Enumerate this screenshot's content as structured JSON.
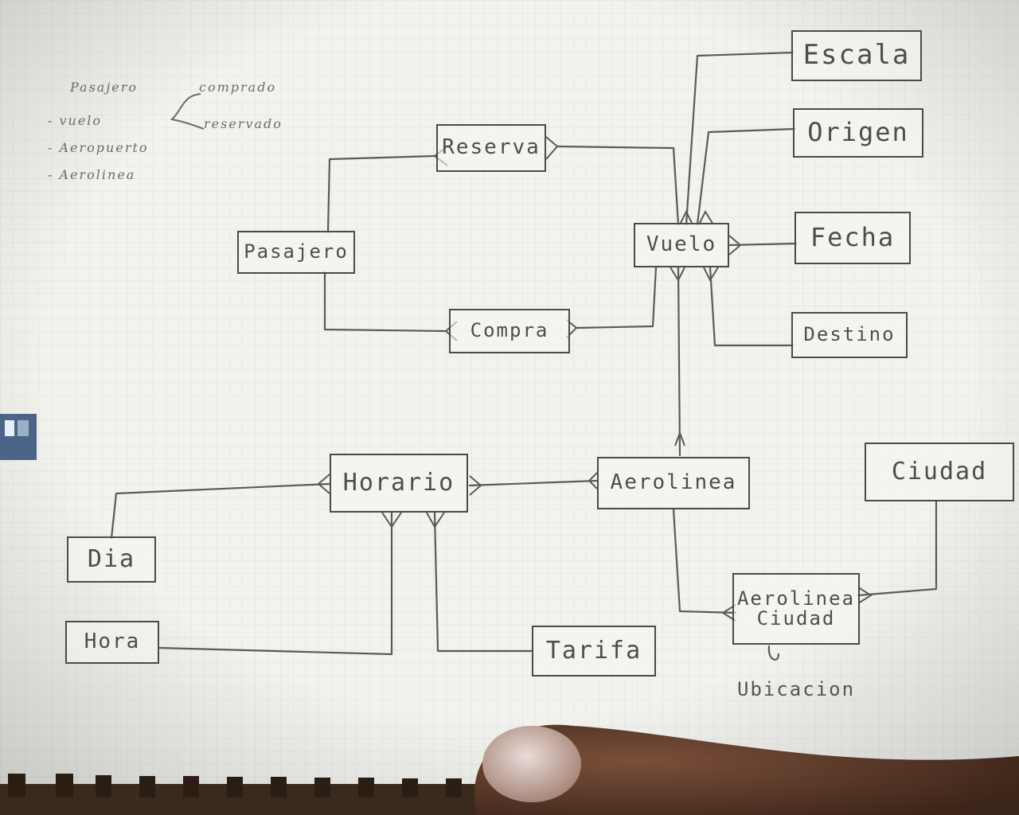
{
  "entities": {
    "reserva": "Reserva",
    "pasajero": "Pasajero",
    "compra": "Compra",
    "vuelo": "Vuelo",
    "escala": "Escala",
    "origen": "Origen",
    "fecha": "Fecha",
    "destino": "Destino",
    "horario": "Horario",
    "aerolinea": "Aerolinea",
    "ciudad": "Ciudad",
    "dia": "Dia",
    "hora": "Hora",
    "tarifa": "Tarifa",
    "aerolinea_ciudad_line1": "Aerolinea",
    "aerolinea_ciudad_line2": "Ciudad"
  },
  "annotations": {
    "ubicacion": "Ubicacion"
  },
  "notes": {
    "line1": "Pasajero",
    "line2": "- vuelo",
    "line3": "- Aeropuerto",
    "line4": "- Aerolinea",
    "comprado": "comprado",
    "reservado": "reservado"
  },
  "colors": {
    "paper": "#f2f2ee",
    "ink": "#4a4a4a",
    "background": "#3a2a1e"
  }
}
